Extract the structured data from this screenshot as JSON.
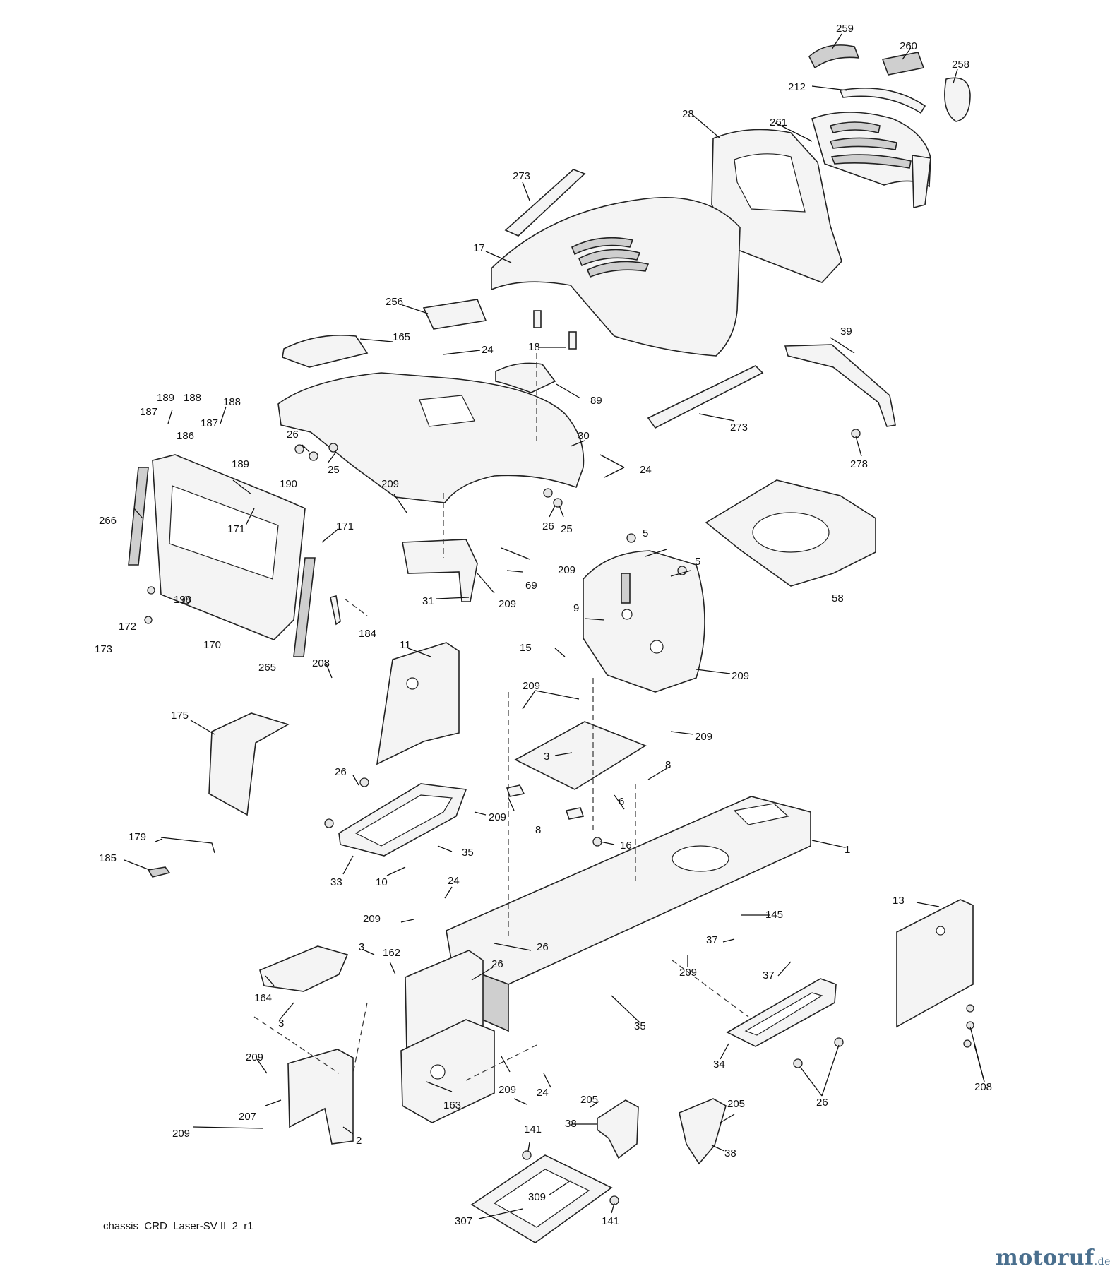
{
  "caption": "chassis_CRD_Laser-SV II_2_r1",
  "watermark": {
    "brand": "motoruf",
    "tld": ".de"
  },
  "callouts": {
    "c259": "259",
    "c260": "260",
    "c258": "258",
    "c212": "212",
    "c28": "28",
    "c261": "261",
    "c273a": "273",
    "c17": "17",
    "c256": "256",
    "c165": "165",
    "c18": "18",
    "c24a": "24",
    "c89": "89",
    "c273b": "273",
    "c39": "39",
    "c278": "278",
    "c30": "30",
    "c24b": "24",
    "c26a": "26",
    "c25a": "25",
    "c189a": "189",
    "c188a": "188",
    "c187a": "187",
    "c188b": "188",
    "c187b": "187",
    "c186": "186",
    "c189b": "189",
    "c190": "190",
    "c266": "266",
    "c171a": "171",
    "c171b": "171",
    "c209a": "209",
    "c26b": "26",
    "c25b": "25",
    "c5a": "5",
    "c5b": "5",
    "c58": "58",
    "c69": "69",
    "c31": "31",
    "c209b": "209",
    "c209c": "209",
    "c198": "198",
    "c172": "172",
    "c173": "173",
    "c170": "170",
    "c184": "184",
    "c265": "265",
    "c9": "9",
    "c15": "15",
    "c209d": "209",
    "c11": "11",
    "c208a": "208",
    "c209e": "209",
    "c209f": "209",
    "c175": "175",
    "c3a": "3",
    "c8a": "8",
    "c26c": "26",
    "c209g": "209",
    "c6": "6",
    "c8b": "8",
    "c35a": "35",
    "c179": "179",
    "c16": "16",
    "c1": "1",
    "c185": "185",
    "c33": "33",
    "c10": "10",
    "c24c": "24",
    "c209h": "209",
    "c13": "13",
    "c145": "145",
    "c26d": "26",
    "c37a": "37",
    "c3b": "3",
    "c162": "162",
    "c26e": "26",
    "c209i": "209",
    "c37b": "37",
    "c164": "164",
    "c3c": "3",
    "c35b": "35",
    "c209j": "209",
    "c34": "34",
    "c207": "207",
    "c209k": "209",
    "c24d": "24",
    "c163": "163",
    "c205a": "205",
    "c208b": "208",
    "c26f": "26",
    "c205b": "205",
    "c209l": "209",
    "c2": "2",
    "c38a": "38",
    "c38b": "38",
    "c141a": "141",
    "c309": "309",
    "c307": "307",
    "c141b": "141"
  },
  "colors": {
    "ink": "#222222",
    "panel": "#f4f4f4",
    "shade": "#cfcfcf",
    "brand": "#4a6f8e"
  }
}
